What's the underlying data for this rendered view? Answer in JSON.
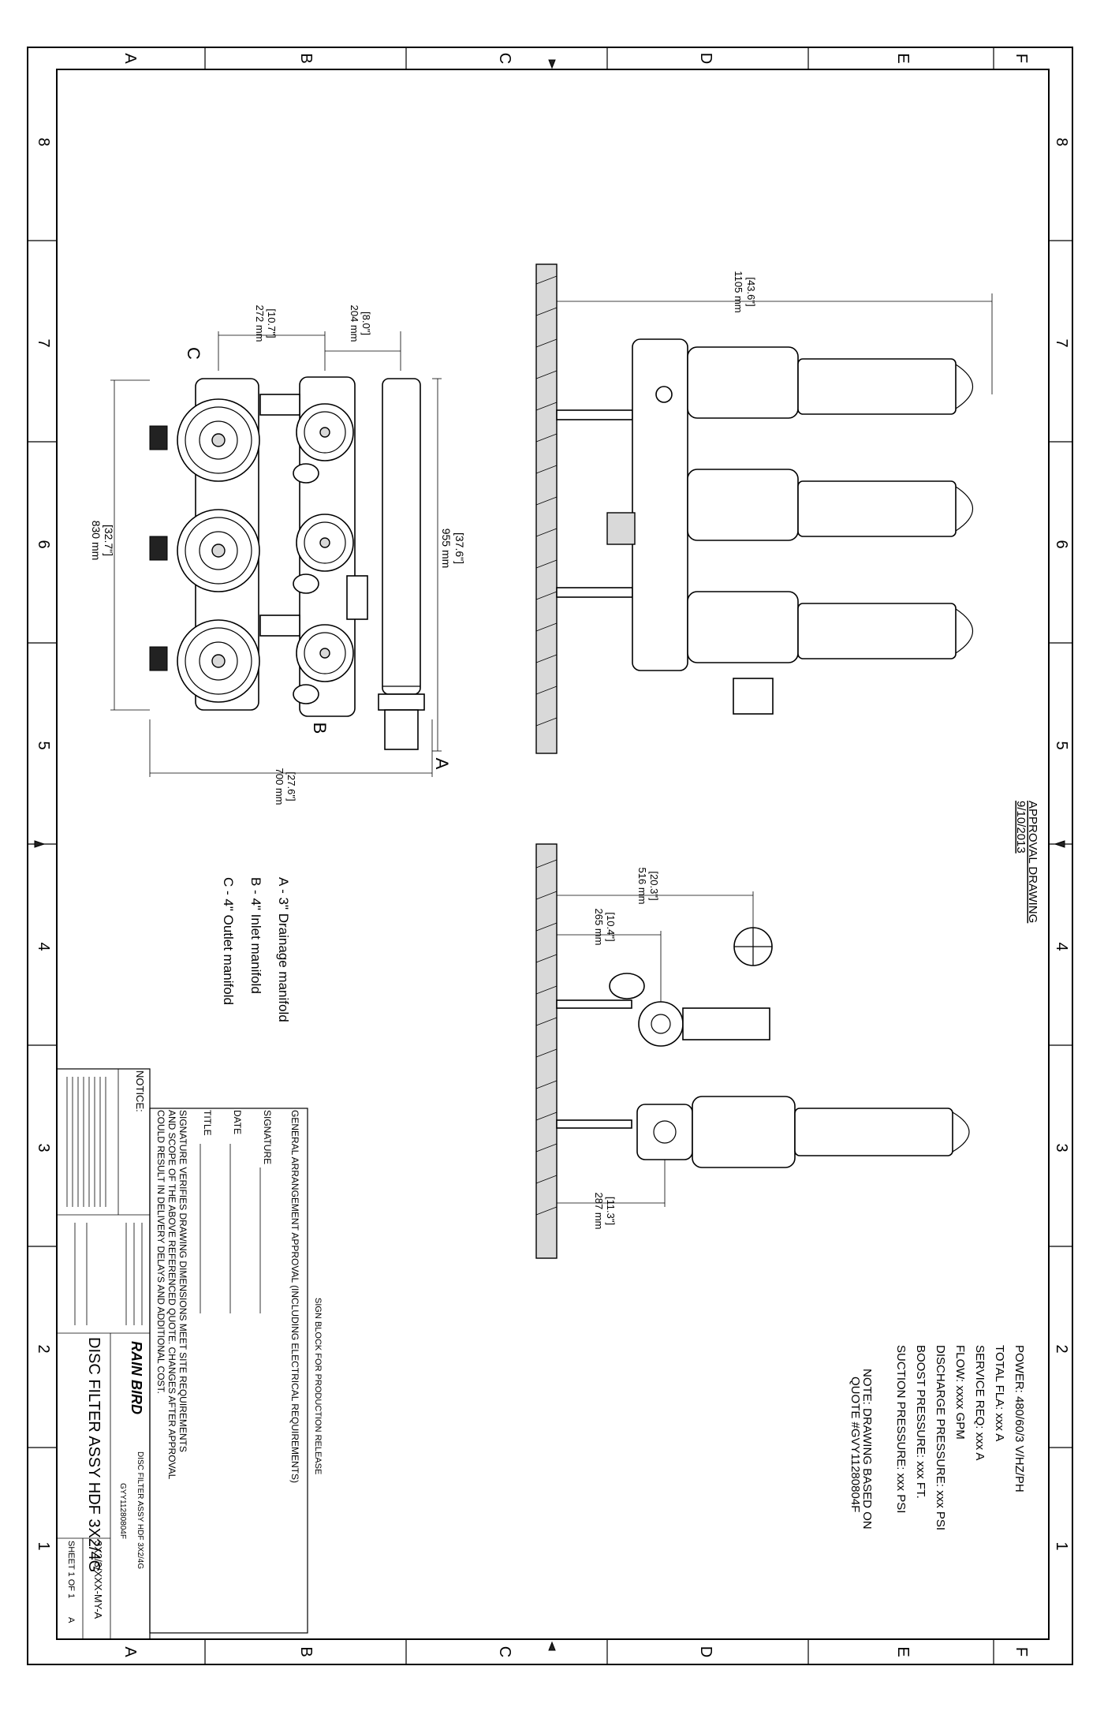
{
  "border": {
    "cols": [
      "A",
      "B",
      "C",
      "D",
      "E",
      "F"
    ],
    "rows": [
      "8",
      "7",
      "6",
      "5",
      "4",
      "3",
      "2",
      "1"
    ]
  },
  "approval": {
    "title": "APPROVAL DRAWING",
    "date": "9/10/2013"
  },
  "specs": {
    "power": "POWER:   480/60/3 V/HZ/PH",
    "total_fla": "TOTAL FLA:   xxx A",
    "service_req": "SERVICE REQ:  xxx A",
    "flow": "FLOW:        xxxx GPM",
    "discharge": "DISCHARGE PRESSURE:  xxx PSI",
    "boost": "BOOST PRESSURE:       xxx FT.",
    "suction": "SUCTION PRESSURE:   xxx PSI",
    "note_line1": "NOTE: DRAWING BASED ON",
    "note_line2": "QUOTE #GVY11280804F"
  },
  "legend": {
    "a": "A - 3\" Drainage manifold",
    "b": "B - 4\" Inlet manifold",
    "c": "C - 4\" Outlet manifold"
  },
  "plan_view": {
    "label_a": "A",
    "label_b": "B",
    "label_c": "C",
    "dim_272_in": "[10.7\"]",
    "dim_272_mm": "272 mm",
    "dim_204_in": "[8.0\"]",
    "dim_204_mm": "204 mm",
    "dim_955_in": "[37.6\"]",
    "dim_955_mm": "955 mm",
    "dim_830_in": "[32.7\"]",
    "dim_830_mm": "830 mm",
    "dim_700_in": "[27.6\"]",
    "dim_700_mm": "700 mm"
  },
  "front_view": {
    "dim_1105_in": "[43.6\"]",
    "dim_1105_mm": "1105 mm"
  },
  "side_view": {
    "dim_516_in": "[20.3\"]",
    "dim_516_mm": "516 mm",
    "dim_265_in": "[10.4\"]",
    "dim_265_mm": "265 mm",
    "dim_287_in": "[11.3\"]",
    "dim_287_mm": "287 mm"
  },
  "sign_block": {
    "header": "SIGN BLOCK FOR PRODUCTION RELEASE",
    "approval": "GENERAL ARRANGEMENT APPROVAL (INCLUDING ELECTRICAL REQUIREMENTS)",
    "signature": "SIGNATURE",
    "date": "DATE",
    "title": "TITLE",
    "verify1": "SIGNATURE VERIFIES DRAWING DIMENSIONS MEET SITE REQUIREMENTS",
    "verify2": "AND SCOPE OF THE ABOVE REFERENCED QUOTE. CHANGES AFTER APPROVAL",
    "verify3": "COULD RESULT IN DELIVERY DELAYS AND ADDITIONAL COST."
  },
  "title_block": {
    "notice": "NOTICE:",
    "brand": "RAIN BIRD",
    "drawing_title": "DISC FILTER ASSY HDF 3X2/4G",
    "part_title": "DISC FILTER ASSY HDF 3X2/4G",
    "quote": "GYY11280804F",
    "drawing_number": "3X2/3/XXX-MY-A",
    "sheet": "SHEET 1 OF 1",
    "rev": "A"
  }
}
